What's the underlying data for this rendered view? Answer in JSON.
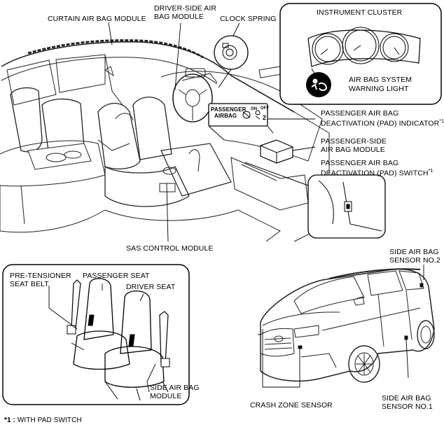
{
  "labels": {
    "curtain_air_bag_module": "CURTAIN AIR BAG MODULE",
    "driver_side_air_bag_module": [
      "DRIVER-SIDE AIR",
      "BAG MODULE"
    ],
    "clock_spring": "CLOCK SPRING",
    "instrument_cluster": "INSTRUMENT CLUSTER",
    "air_bag_system_warning_light": [
      "AIR BAG SYSTEM",
      "WARNING LIGHT"
    ],
    "pad_indicator": [
      "PASSENGER AIR BAG",
      "DEACTIVATION (PAD) INDICATOR"
    ],
    "passenger_side_air_bag_module": [
      "PASSENGER-SIDE",
      "AIR BAG MODULE"
    ],
    "pad_switch": [
      "PASSENGER AIR BAG",
      "DEACTIVATION (PAD) SWITCH"
    ],
    "sas_control_module": "SAS CONTROL MODULE",
    "pre_tensioner_seat_belt": [
      "PRE-TENSIONER",
      "SEAT BELT"
    ],
    "passenger_seat": "PASSENGER SEAT",
    "driver_seat": "DRIVER SEAT",
    "side_air_bag_module": [
      "SIDE AIR BAG",
      "MODULE"
    ],
    "side_air_bag_sensor_no2": [
      "SIDE AIR BAG",
      "SENSOR NO.2"
    ],
    "side_air_bag_sensor_no1": [
      "SIDE AIR BAG",
      "SENSOR NO.1"
    ],
    "crash_zone_sensor": "CRASH ZONE SENSOR",
    "footnote_mark": "*1",
    "footnote_key": "*1 :",
    "footnote_text": "WITH PAD SWITCH"
  },
  "pad_indicator_panel": {
    "text": [
      "PASSENGER",
      "AIRBAG"
    ],
    "on_text": "ON",
    "off_text": "OFF",
    "number": "2"
  }
}
